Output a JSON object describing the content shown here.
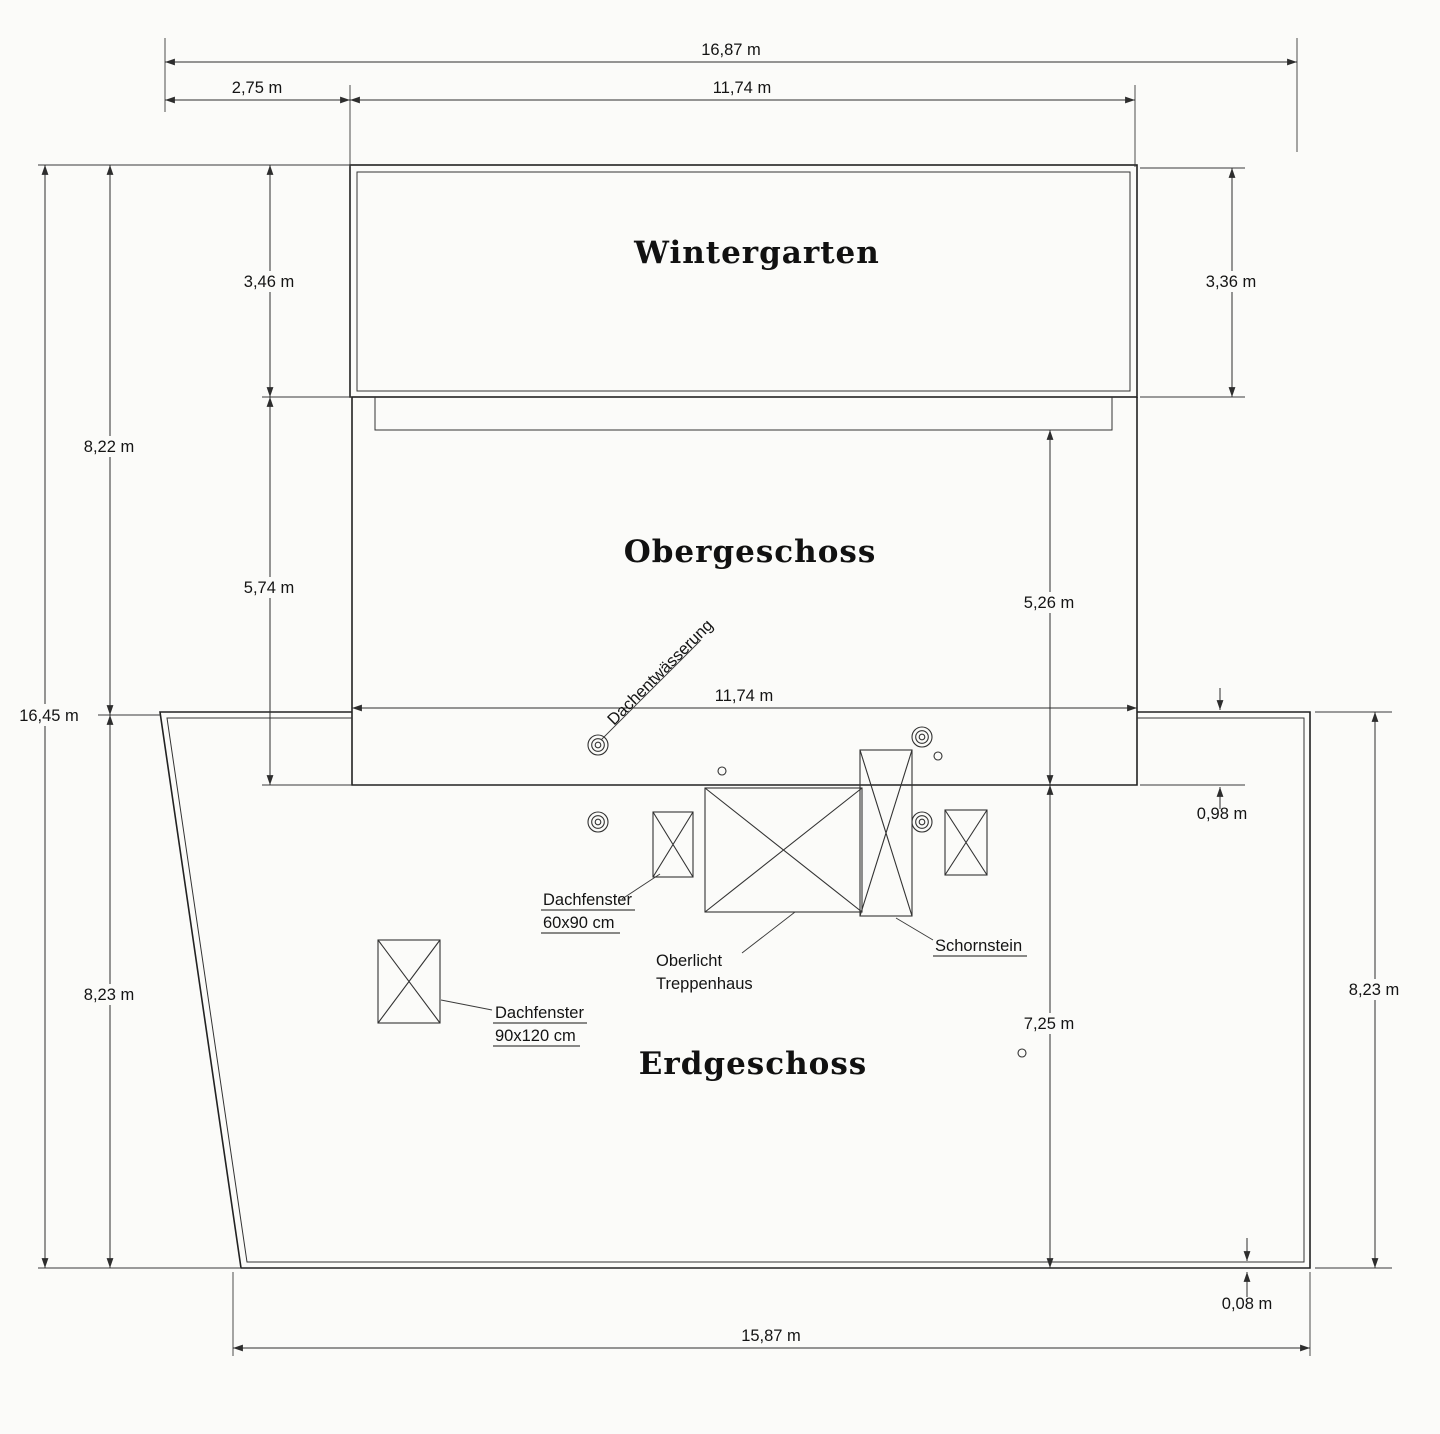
{
  "rooms": {
    "wintergarten": "Wintergarten",
    "obergeschoss": "Obergeschoss",
    "erdgeschoss": "Erdgeschoss"
  },
  "annotations": {
    "dachentwaesserung": "Dachentwässerung",
    "dachfenster_small_line1": "Dachfenster",
    "dachfenster_small_line2": "60x90 cm",
    "oberlicht_line1": "Oberlicht",
    "oberlicht_line2": "Treppenhaus",
    "schornstein": "Schornstein",
    "dachfenster_large_line1": "Dachfenster",
    "dachfenster_large_line2": "90x120 cm"
  },
  "dimensions": {
    "total_width": "16,87 m",
    "left_offset": "2,75 m",
    "top_width": "11,74 m",
    "wintergarten_depth_left": "3,46 m",
    "wintergarten_depth_right": "3,36 m",
    "upper_height_left": "8,22 m",
    "obergeschoss_depth": "5,74 m",
    "total_height": "16,45 m",
    "obergeschoss_inner_depth": "5,26 m",
    "mid_width": "11,74 m",
    "right_offset": "0,98 m",
    "erdgeschoss_height_left": "8,23 m",
    "erdgeschoss_height_right": "8,23 m",
    "erdgeschoss_inner_depth": "7,25 m",
    "bottom_edge": "0,08 m",
    "bottom_width": "15,87 m"
  }
}
